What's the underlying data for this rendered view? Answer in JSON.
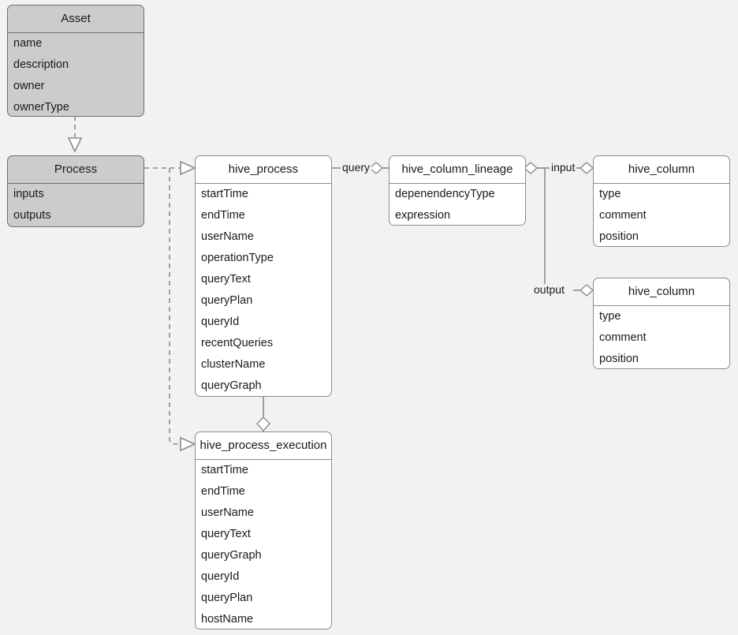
{
  "diagram": {
    "kind": "uml-class-diagram",
    "background_color": "#f2f2f2",
    "abstract_fill": "#cccccc",
    "concrete_fill": "#ffffff",
    "line_color": "#8c8c8c",
    "text_color": "#1a1a1a",
    "classes": [
      {
        "id": "asset",
        "name": "Asset",
        "abstract": true,
        "attributes": [
          "name",
          "description",
          "owner",
          "ownerType"
        ]
      },
      {
        "id": "process",
        "name": "Process",
        "abstract": true,
        "attributes": [
          "inputs",
          "outputs"
        ]
      },
      {
        "id": "hive_process",
        "name": "hive_process",
        "abstract": false,
        "attributes": [
          "startTime",
          "endTime",
          "userName",
          "operationType",
          "queryText",
          "queryPlan",
          "queryId",
          "recentQueries",
          "clusterName",
          "queryGraph"
        ]
      },
      {
        "id": "hive_process_execution",
        "name": "hive_process_execution",
        "abstract": false,
        "attributes": [
          "startTime",
          "endTime",
          "userName",
          "queryText",
          "queryGraph",
          "queryId",
          "queryPlan",
          "hostName"
        ]
      },
      {
        "id": "hive_column_lineage",
        "name": "hive_column_lineage",
        "abstract": false,
        "attributes": [
          "depenendencyType",
          "expression"
        ]
      },
      {
        "id": "hive_column_input",
        "name": "hive_column",
        "abstract": false,
        "attributes": [
          "type",
          "comment",
          "position"
        ]
      },
      {
        "id": "hive_column_output",
        "name": "hive_column",
        "abstract": false,
        "attributes": [
          "type",
          "comment",
          "position"
        ]
      }
    ],
    "relationships": [
      {
        "id": "asset-process",
        "type": "generalization",
        "from": "process",
        "to": "asset",
        "label": ""
      },
      {
        "id": "process-hive_process",
        "type": "generalization",
        "from": "hive_process",
        "to": "process",
        "label": ""
      },
      {
        "id": "process-hive_process_execution",
        "type": "generalization",
        "from": "hive_process_execution",
        "to": "process",
        "label": ""
      },
      {
        "id": "hive_process-query-lineage",
        "type": "aggregation",
        "from": "hive_process",
        "to": "hive_column_lineage",
        "label": "query"
      },
      {
        "id": "lineage-input-column",
        "type": "aggregation",
        "from": "hive_column_lineage",
        "to": "hive_column_input",
        "label": "input"
      },
      {
        "id": "lineage-output-column",
        "type": "aggregation",
        "from": "hive_column_lineage",
        "to": "hive_column_output",
        "label": "output"
      },
      {
        "id": "hive_process-execution",
        "type": "aggregation",
        "from": "hive_process",
        "to": "hive_process_execution",
        "label": ""
      }
    ],
    "labels": {
      "query": "query",
      "input": "input",
      "output": "output"
    }
  }
}
